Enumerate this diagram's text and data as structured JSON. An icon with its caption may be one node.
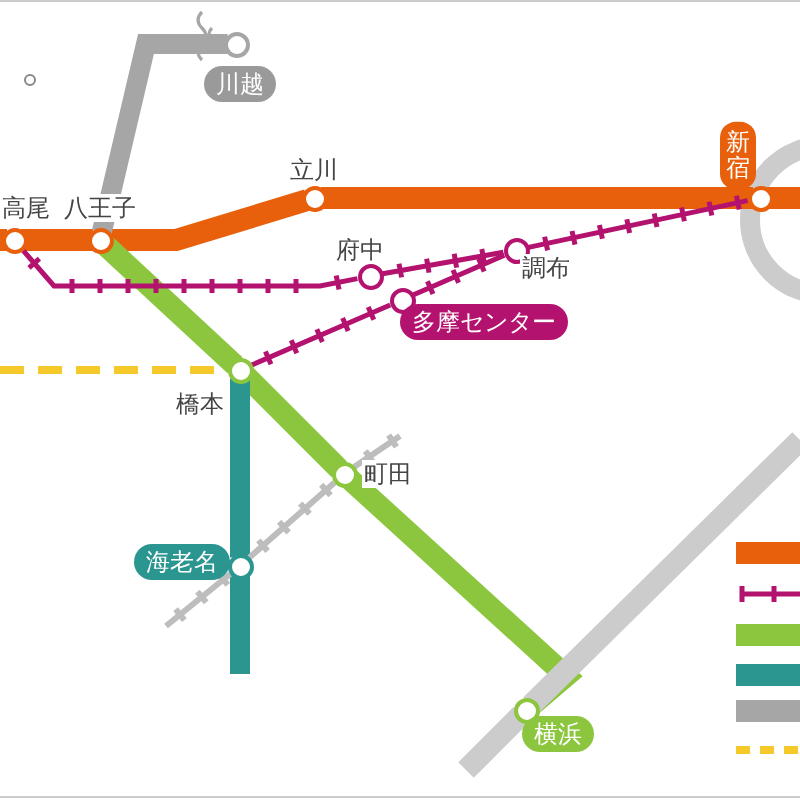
{
  "diagram": {
    "nodes": [
      {
        "text": [],
        "shape": "circle",
        "beside": [
          "川越"
        ]
      },
      {
        "text": [],
        "shape": "circle",
        "beside": [
          "新宿"
        ]
      },
      {
        "text": [],
        "shape": "circle",
        "beside": [
          "立川"
        ]
      },
      {
        "text": [],
        "shape": "circle",
        "beside": [
          "高尾"
        ]
      },
      {
        "text": [],
        "shape": "circle",
        "beside": [
          "八王子"
        ]
      },
      {
        "text": [],
        "shape": "circle",
        "beside": [
          "調布"
        ]
      },
      {
        "text": [],
        "shape": "circle",
        "beside": [
          "府中"
        ]
      },
      {
        "text": [],
        "shape": "circle",
        "beside": [
          "多摩センター"
        ]
      },
      {
        "text": [],
        "shape": "circle",
        "beside": [
          "橋本"
        ]
      },
      {
        "text": [],
        "shape": "circle",
        "beside": [
          "町田"
        ]
      },
      {
        "text": [],
        "shape": "circle",
        "beside": [
          "海老名"
        ]
      },
      {
        "text": [],
        "shape": "circle",
        "beside": [
          "横浜"
        ]
      }
    ],
    "edges": [
      {
        "from": null,
        "to": 3,
        "arrow": "none",
        "color": "#e8600c"
      },
      {
        "from": 3,
        "to": 4,
        "arrow": "none",
        "color": "#e8600c"
      },
      {
        "from": 4,
        "to": 2,
        "arrow": "none",
        "color": "#e8600c"
      },
      {
        "from": 2,
        "to": 1,
        "arrow": "none",
        "color": "#e8600c"
      },
      {
        "from": 1,
        "to": null,
        "arrow": "none",
        "color": "#e8600c"
      },
      {
        "from": 3,
        "to": 6,
        "arrow": "none",
        "color": "#b3126f"
      },
      {
        "from": 6,
        "to": 5,
        "arrow": "none",
        "color": "#b3126f"
      },
      {
        "from": 5,
        "to": 1,
        "arrow": "none",
        "color": "#b3126f"
      },
      {
        "from": 8,
        "to": 7,
        "arrow": "none",
        "color": "#b3126f"
      },
      {
        "from": 7,
        "to": 5,
        "arrow": "none",
        "color": "#b3126f"
      },
      {
        "from": 4,
        "to": 8,
        "arrow": "none",
        "color": "#8cc63e"
      },
      {
        "from": 8,
        "to": 9,
        "arrow": "none",
        "color": "#8cc63e"
      },
      {
        "from": 9,
        "to": 11,
        "arrow": "none",
        "color": "#8cc63e"
      },
      {
        "from": 8,
        "to": 10,
        "arrow": "none",
        "color": "#2b9590"
      },
      {
        "from": 10,
        "to": null,
        "arrow": "none",
        "color": "#2b9590"
      },
      {
        "from": 0,
        "to": 4,
        "arrow": "none",
        "color": "#a6a6a6"
      },
      {
        "from": null,
        "to": 11,
        "arrow": "none",
        "color": "#cccccc"
      },
      {
        "from": 11,
        "to": null,
        "arrow": "none",
        "color": "#cccccc"
      },
      {
        "from": null,
        "to": 10,
        "arrow": "none",
        "color": "#bdbdbd"
      },
      {
        "from": 10,
        "to": 9,
        "arrow": "none",
        "color": "#bdbdbd"
      },
      {
        "from": 9,
        "to": null,
        "arrow": "none",
        "color": "#bdbdbd"
      },
      {
        "from": null,
        "to": 8,
        "arrow": "none",
        "style": "dashed",
        "color": "#f5c92a"
      }
    ]
  }
}
